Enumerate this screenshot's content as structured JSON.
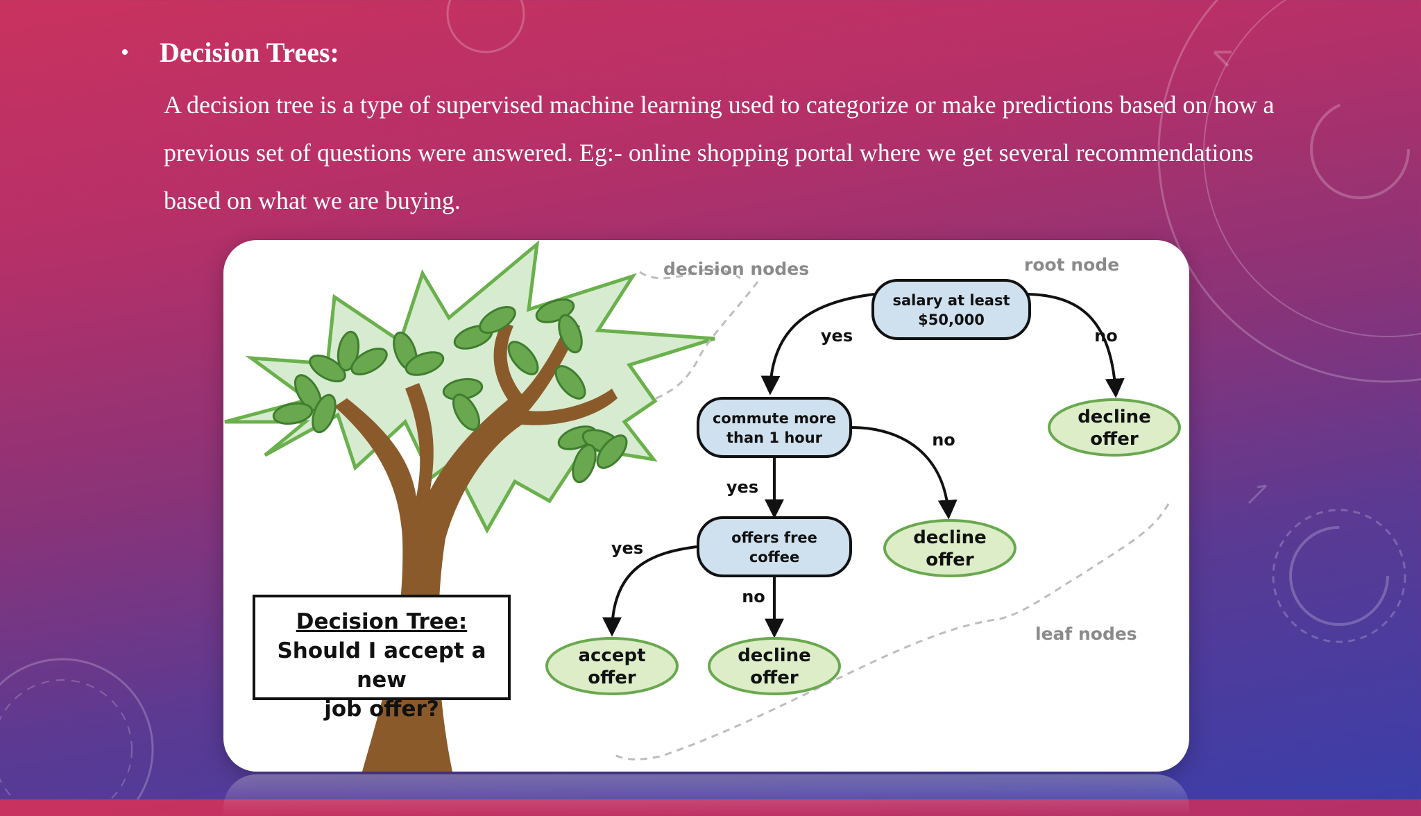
{
  "slide": {
    "bullet": "•",
    "heading": "Decision Trees:",
    "paragraph": "A decision tree is a type of supervised machine learning used to categorize or make predictions based on how a previous set of questions were answered. Eg:- online shopping portal where we get several recommendations based on what we are buying."
  },
  "diagram": {
    "title_line1": "Decision Tree:",
    "title_line2": "Should I accept a new",
    "title_line3": "job offer?",
    "annotations": {
      "decision_nodes": "decision nodes",
      "root_node": "root node",
      "leaf_nodes": "leaf nodes"
    },
    "nodes": {
      "root": {
        "line1": "salary at least",
        "line2": "$50,000"
      },
      "commute": {
        "line1": "commute more",
        "line2": "than 1 hour"
      },
      "coffee": {
        "line1": "offers free",
        "line2": "coffee"
      },
      "leaf_root_no": {
        "line1": "decline",
        "line2": "offer"
      },
      "leaf_commute_no": {
        "line1": "decline",
        "line2": "offer"
      },
      "leaf_coffee_yes": {
        "line1": "accept",
        "line2": "offer"
      },
      "leaf_coffee_no": {
        "line1": "decline",
        "line2": "offer"
      }
    },
    "edges": {
      "root_yes": "yes",
      "root_no": "no",
      "commute_yes": "yes",
      "commute_no": "no",
      "coffee_yes": "yes",
      "coffee_no": "no"
    },
    "colors": {
      "decision_fill": "#cfe0ef",
      "leaf_fill": "#dcedc8",
      "leaf_stroke": "#6aa84f",
      "foliage_fill": "#d6ebcf",
      "foliage_stroke": "#6ab04c",
      "trunk": "#8b5a2b"
    }
  }
}
